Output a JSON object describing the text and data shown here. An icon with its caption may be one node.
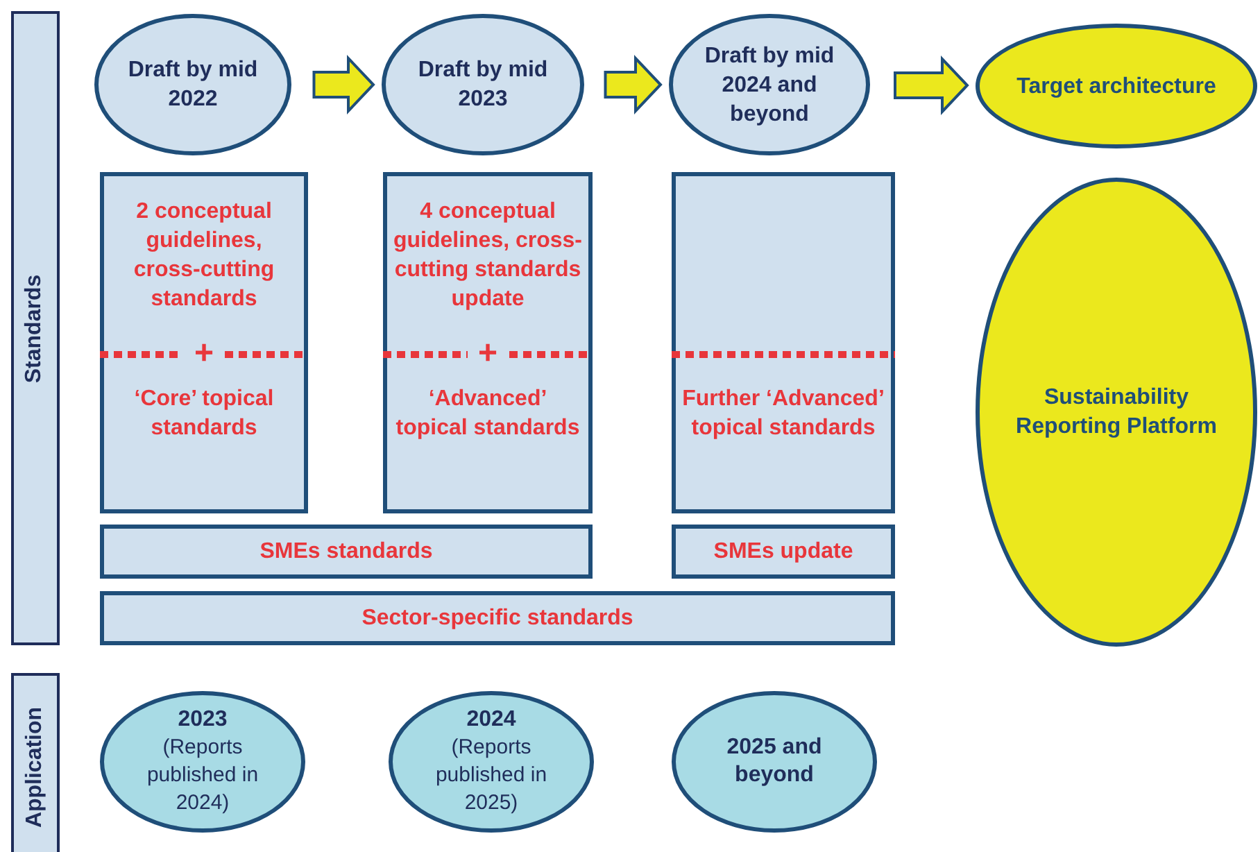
{
  "diagram": {
    "nodes": [
      {
        "text": [
          "Standards"
        ]
      },
      {
        "text": [
          "Draft by mid 2022"
        ]
      },
      {
        "text": [
          "Draft by mid 2023"
        ]
      },
      {
        "text": [
          "Draft by mid 2024 and beyond"
        ]
      },
      {
        "text": [
          "Target architecture"
        ]
      },
      {
        "text": [
          "2 conceptual guidelines, cross-cutting standards",
          "+",
          "‘Core’ topical standards"
        ]
      },
      {
        "text": [
          "4 conceptual guidelines, cross-cutting standards update",
          "+",
          "‘Advanced’ topical standards"
        ]
      },
      {
        "text": [
          "Further ‘Advanced’ topical standards"
        ]
      },
      {
        "text": [
          "Sustainability Reporting Platform"
        ]
      },
      {
        "text": [
          "SMEs standards"
        ]
      },
      {
        "text": [
          "SMEs update"
        ]
      },
      {
        "text": [
          "Sector-specific standards"
        ]
      },
      {
        "text": [
          "Application"
        ]
      },
      {
        "text": [
          "2023",
          "(Reports published in 2024)"
        ]
      },
      {
        "text": [
          "2024",
          "(Reports published in 2025)"
        ]
      },
      {
        "text": [
          "2025 and beyond"
        ]
      }
    ],
    "edges": [
      {
        "from": 1,
        "to": 2,
        "arrow": "to",
        "style": "thick",
        "color": "#ebe81d"
      },
      {
        "from": 2,
        "to": 3,
        "arrow": "to",
        "style": "thick",
        "color": "#ebe81d"
      },
      {
        "from": 3,
        "to": 4,
        "arrow": "to",
        "style": "thick",
        "color": "#ebe81d"
      }
    ]
  }
}
